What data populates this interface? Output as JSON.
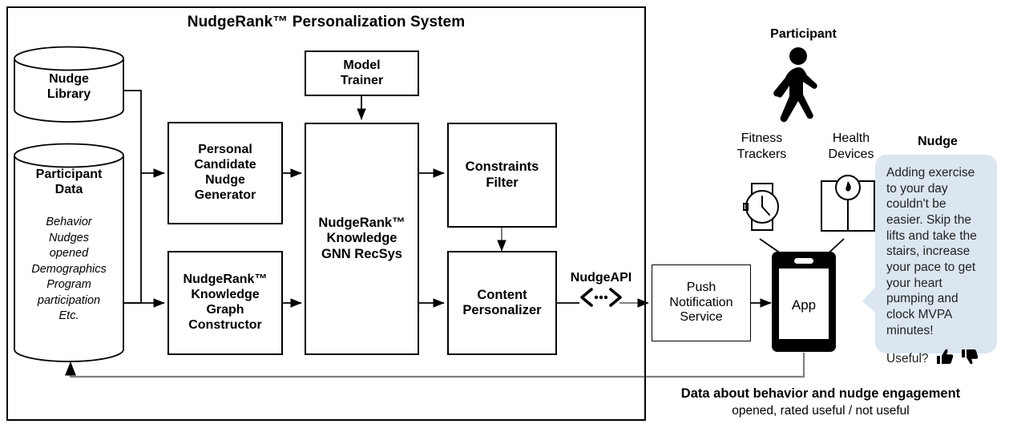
{
  "system": {
    "title": "NudgeRank™ Personalization System"
  },
  "datastores": [
    {
      "name": "nudge-library",
      "title": "Nudge\nLibrary",
      "lines": [
        "Nudge",
        "Library"
      ],
      "detail": []
    },
    {
      "name": "participant-data",
      "title": "Participant Data",
      "lines": [
        "Participant",
        "Data"
      ],
      "detail": [
        "Behavior",
        "Nudges",
        "opened",
        "Demographics",
        "Program",
        "participation",
        "Etc."
      ]
    }
  ],
  "modules": [
    {
      "name": "personal-candidate-nudge-generator",
      "lines": [
        "Personal",
        "Candidate",
        "Nudge",
        "Generator"
      ]
    },
    {
      "name": "knowledge-graph-constructor",
      "lines": [
        "NudgeRank™",
        "Knowledge",
        "Graph",
        "Constructor"
      ]
    },
    {
      "name": "model-trainer",
      "lines": [
        "Model",
        "Trainer"
      ]
    },
    {
      "name": "gnn-recsys",
      "lines": [
        "NudgeRank™",
        "Knowledge",
        "GNN RecSys"
      ]
    },
    {
      "name": "constraints-filter",
      "lines": [
        "Constraints",
        "Filter"
      ]
    },
    {
      "name": "content-personalizer",
      "lines": [
        "Content",
        "Personalizer"
      ]
    }
  ],
  "api": {
    "label": "NudgeAPI",
    "glyph": "⟨•••⟩"
  },
  "push_service": {
    "lines": [
      "Push",
      "Notification",
      "Service"
    ]
  },
  "phone": {
    "screen_label": "App"
  },
  "participant": {
    "label": "Participant"
  },
  "devices": [
    {
      "name": "fitness-trackers",
      "lines": [
        "Fitness",
        "Trackers"
      ]
    },
    {
      "name": "health-devices",
      "lines": [
        "Health",
        "Devices"
      ]
    }
  ],
  "nudge": {
    "header": "Nudge",
    "message": "Adding exercise to your day couldn't be easier. Skip the lifts and take the stairs, increase your pace to get your heart pumping and clock MVPA minutes!",
    "useful_label": "Useful?",
    "thumbs_up": "👍",
    "thumbs_down": "👎"
  },
  "footer": {
    "line1": "Data about behavior and nudge engagement",
    "line2": "opened, rated useful / not useful"
  },
  "colors": {
    "bubble": "#dce6f1",
    "stroke": "#000000",
    "feedback_line": "#808080"
  }
}
